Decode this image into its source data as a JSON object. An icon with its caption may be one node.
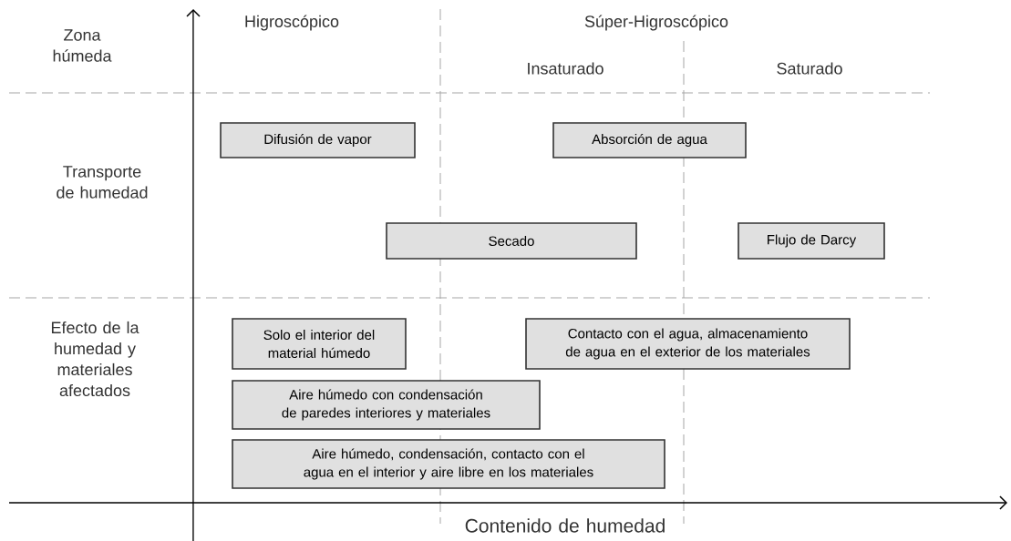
{
  "diagram": {
    "nodes": [
      {
        "text": [
          "Difusión de vapor"
        ]
      },
      {
        "text": [
          "Absorción de agua"
        ]
      },
      {
        "text": [
          "Secado"
        ]
      },
      {
        "text": [
          "Flujo de Darcy"
        ]
      },
      {
        "text": [
          "Solo el interior del material húmedo"
        ]
      },
      {
        "text": [
          "Contacto con el agua, almacenamiento de agua en el exterior de los materiales"
        ]
      },
      {
        "text": [
          "Aire húmedo con condensación de paredes interiores y materiales"
        ]
      },
      {
        "text": [
          "Aire húmedo, condensación, contacto con el agua en el interior y aire libre en los materiales"
        ]
      }
    ],
    "labels": [
      "Higroscópico",
      "Súper-Higroscópico",
      "Zona húmeda",
      "Insaturado",
      "Saturado",
      "Transporte de humedad",
      "Efecto de la humedad y materiales afectados",
      "Contenido de humedad"
    ]
  }
}
